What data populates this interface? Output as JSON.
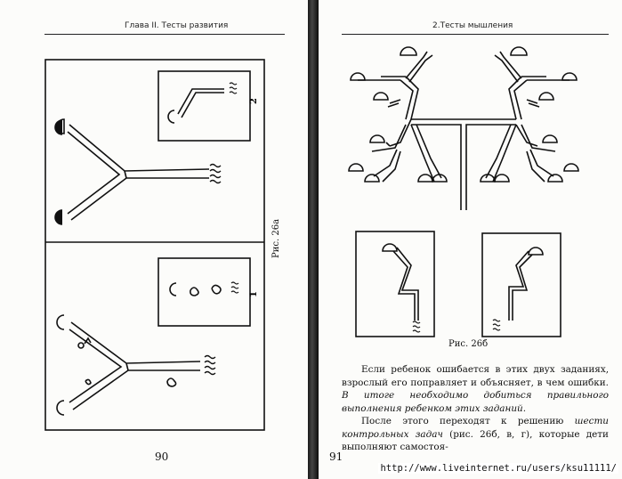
{
  "left_page": {
    "running_head": "Глава II. Тесты развития",
    "figure_caption": "Рис. 26а",
    "panel_top_number": "2",
    "panel_bottom_number": "1",
    "page_number": "90"
  },
  "right_page": {
    "running_head": "2.Тесты мышления",
    "figure_caption": "Рис. 26б",
    "paragraphs": [
      {
        "plain": "Если ребенок ошибается в этих двух заданиях, взрослый его поправляет и объясняет, в чем ошибки. ",
        "italic": "В итоге необходимо добиться правильного выполнения ребенком этих заданий."
      },
      {
        "plain_before": "После этого переходят к решению ",
        "italic": "шести контрольных задач",
        "plain_after": " (рис. 26б, в, г), которые дети выполняют самостоя-"
      }
    ],
    "page_number": "91"
  },
  "watermark": "http://www.liveinternet.ru/users/ksu11111/"
}
